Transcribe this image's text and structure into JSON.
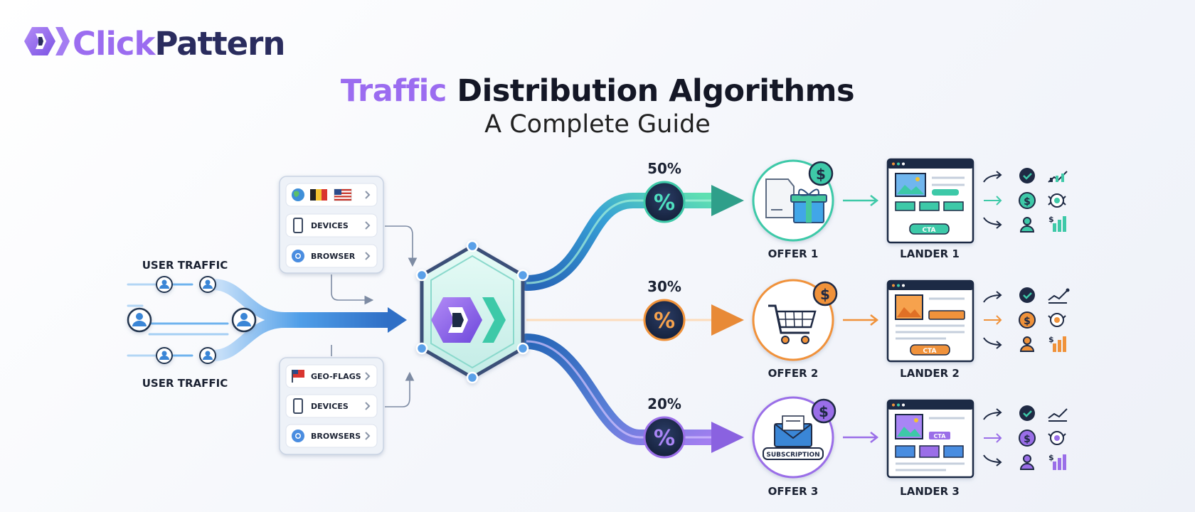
{
  "brand": {
    "name_part1": "Click",
    "name_part2": "Pattern"
  },
  "header": {
    "title_highlight": "Traffic",
    "title_rest": " Distribution Algorithms",
    "subtitle": "A Complete Guide"
  },
  "traffic": {
    "top_label": "USER TRAFFIC",
    "bottom_label": "USER TRAFFIC"
  },
  "filters_top": [
    {
      "label": "",
      "icon": "globe-flags-icon"
    },
    {
      "label": "DEVICES",
      "icon": "phone-icon"
    },
    {
      "label": "BROWSER",
      "icon": "chrome-icon"
    }
  ],
  "filters_bottom": [
    {
      "label": "GEO-FLAGS",
      "icon": "flag-icon"
    },
    {
      "label": "DEVICES",
      "icon": "phone-icon"
    },
    {
      "label": "BROWSERS",
      "icon": "chrome-icon"
    }
  ],
  "routes": [
    {
      "percent": "50%",
      "offer": "OFFER 1",
      "lander": "LANDER 1",
      "color": "#3ec9a8",
      "offer_icon": "gift-box-icon",
      "cta": "CTA"
    },
    {
      "percent": "30%",
      "offer": "OFFER 2",
      "lander": "LANDER 2",
      "color": "#f0923a",
      "offer_icon": "shopping-cart-icon",
      "cta": "CTA"
    },
    {
      "percent": "20%",
      "offer": "OFFER 3",
      "lander": "LANDER 3",
      "color": "#9a6ee8",
      "offer_icon": "envelope-icon",
      "cta": "CTA",
      "offer_badge": "SUBSCRIPTION"
    }
  ],
  "symbols": {
    "percent_sign": "%",
    "dollar_sign": "$"
  },
  "colors": {
    "accent_purple": "#9b6cf0",
    "navy": "#1f2a44",
    "flow_blue": "#3a86d6",
    "teal": "#3ec9a8",
    "orange": "#f0923a"
  }
}
